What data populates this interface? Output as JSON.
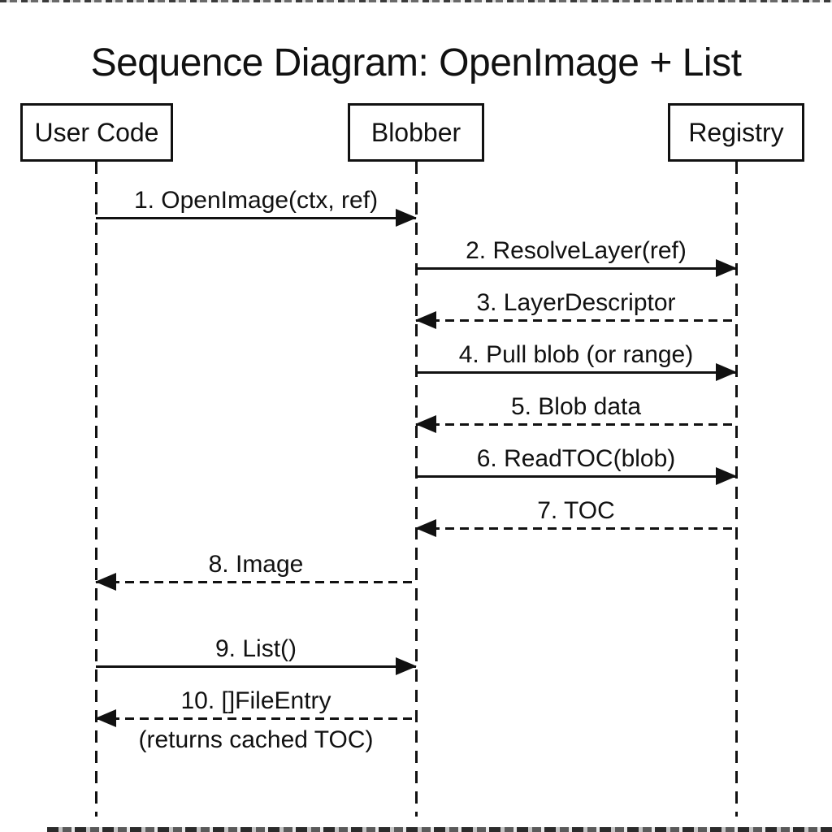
{
  "title": "Sequence Diagram: OpenImage + List",
  "actors": [
    {
      "id": "user-code",
      "label": "User Code"
    },
    {
      "id": "blobber",
      "label": "Blobber"
    },
    {
      "id": "registry",
      "label": "Registry"
    }
  ],
  "messages": [
    {
      "num": 1,
      "label": "1. OpenImage(ctx, ref)",
      "from": "user-code",
      "to": "blobber",
      "line": "solid"
    },
    {
      "num": 2,
      "label": "2. ResolveLayer(ref)",
      "from": "blobber",
      "to": "registry",
      "line": "solid"
    },
    {
      "num": 3,
      "label": "3. LayerDescriptor",
      "from": "registry",
      "to": "blobber",
      "line": "dashed"
    },
    {
      "num": 4,
      "label": "4. Pull blob (or range)",
      "from": "blobber",
      "to": "registry",
      "line": "solid"
    },
    {
      "num": 5,
      "label": "5. Blob data",
      "from": "registry",
      "to": "blobber",
      "line": "dashed"
    },
    {
      "num": 6,
      "label": "6. ReadTOC(blob)",
      "from": "blobber",
      "to": "registry",
      "line": "solid"
    },
    {
      "num": 7,
      "label": "7. TOC",
      "from": "registry",
      "to": "blobber",
      "line": "dashed"
    },
    {
      "num": 8,
      "label": "8. Image",
      "from": "blobber",
      "to": "user-code",
      "line": "dashed"
    },
    {
      "num": 9,
      "label": "9. List()",
      "from": "user-code",
      "to": "blobber",
      "line": "solid"
    },
    {
      "num": 10,
      "label": "10. []FileEntry",
      "sublabel": "(returns cached TOC)",
      "from": "blobber",
      "to": "user-code",
      "line": "dashed"
    }
  ],
  "colors": {
    "ink": "#111111",
    "background": "#ffffff"
  }
}
